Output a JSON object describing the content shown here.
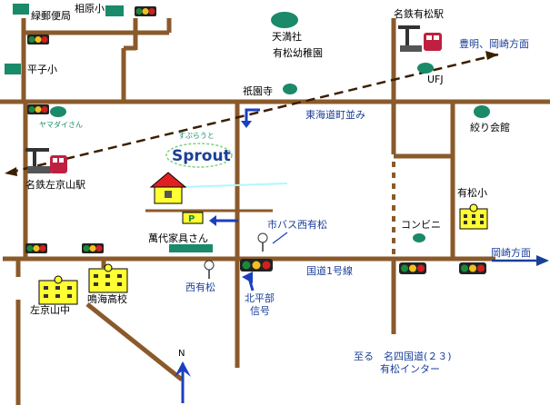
{
  "stations": {
    "meitetsu_arimatsu": "名鉄有松駅",
    "meitetsu_sakyoyama": "名鉄左京山駅"
  },
  "places": {
    "ryokuyu_post": "緑郵便局",
    "aibara_elem": "相原小",
    "hirako_elem": "平子小",
    "tenmansha": "天満社",
    "arimatsu_kinder": "有松幼稚園",
    "gionji": "祇園寺",
    "ufj": "UFJ",
    "yamadai": "ヤマダイさん",
    "tokaido": "東海道町並み",
    "shibori_hall": "絞り会館",
    "arimatsu_elem": "有松小",
    "convenience": "コンビニ",
    "bandai_furniture": "萬代家具さん",
    "city_bus": "市バス西有松",
    "nishi_arimatsu": "西有松",
    "kitahirabe": "北平部",
    "signal": "信号",
    "sakyoyama_jhs": "左京山中",
    "narumi_hs": "鳴海高校",
    "route1": "国道1号線",
    "to_okazaki": "岡崎方面",
    "to_toyoake": "豊明、岡崎方面",
    "itaru": "至る　名四国道(２３)",
    "ic": "有松インター"
  },
  "shop": {
    "furigana": "すぷらうと",
    "name": "Sprout",
    "parking_icon": "P"
  },
  "compass": "N",
  "colors": {
    "road": "#8b5a2b",
    "rail": "#3a1f00",
    "label_blue": "#1a3f99",
    "tree": "#1a8a6a",
    "school": "#ffff33"
  },
  "icons": [
    "post-office-icon",
    "school-icon",
    "train-icon",
    "traffic-light-icon",
    "bus-stop-icon",
    "parking-icon",
    "house-icon",
    "tree-icon",
    "compass-north-icon",
    "arrow-icon"
  ]
}
